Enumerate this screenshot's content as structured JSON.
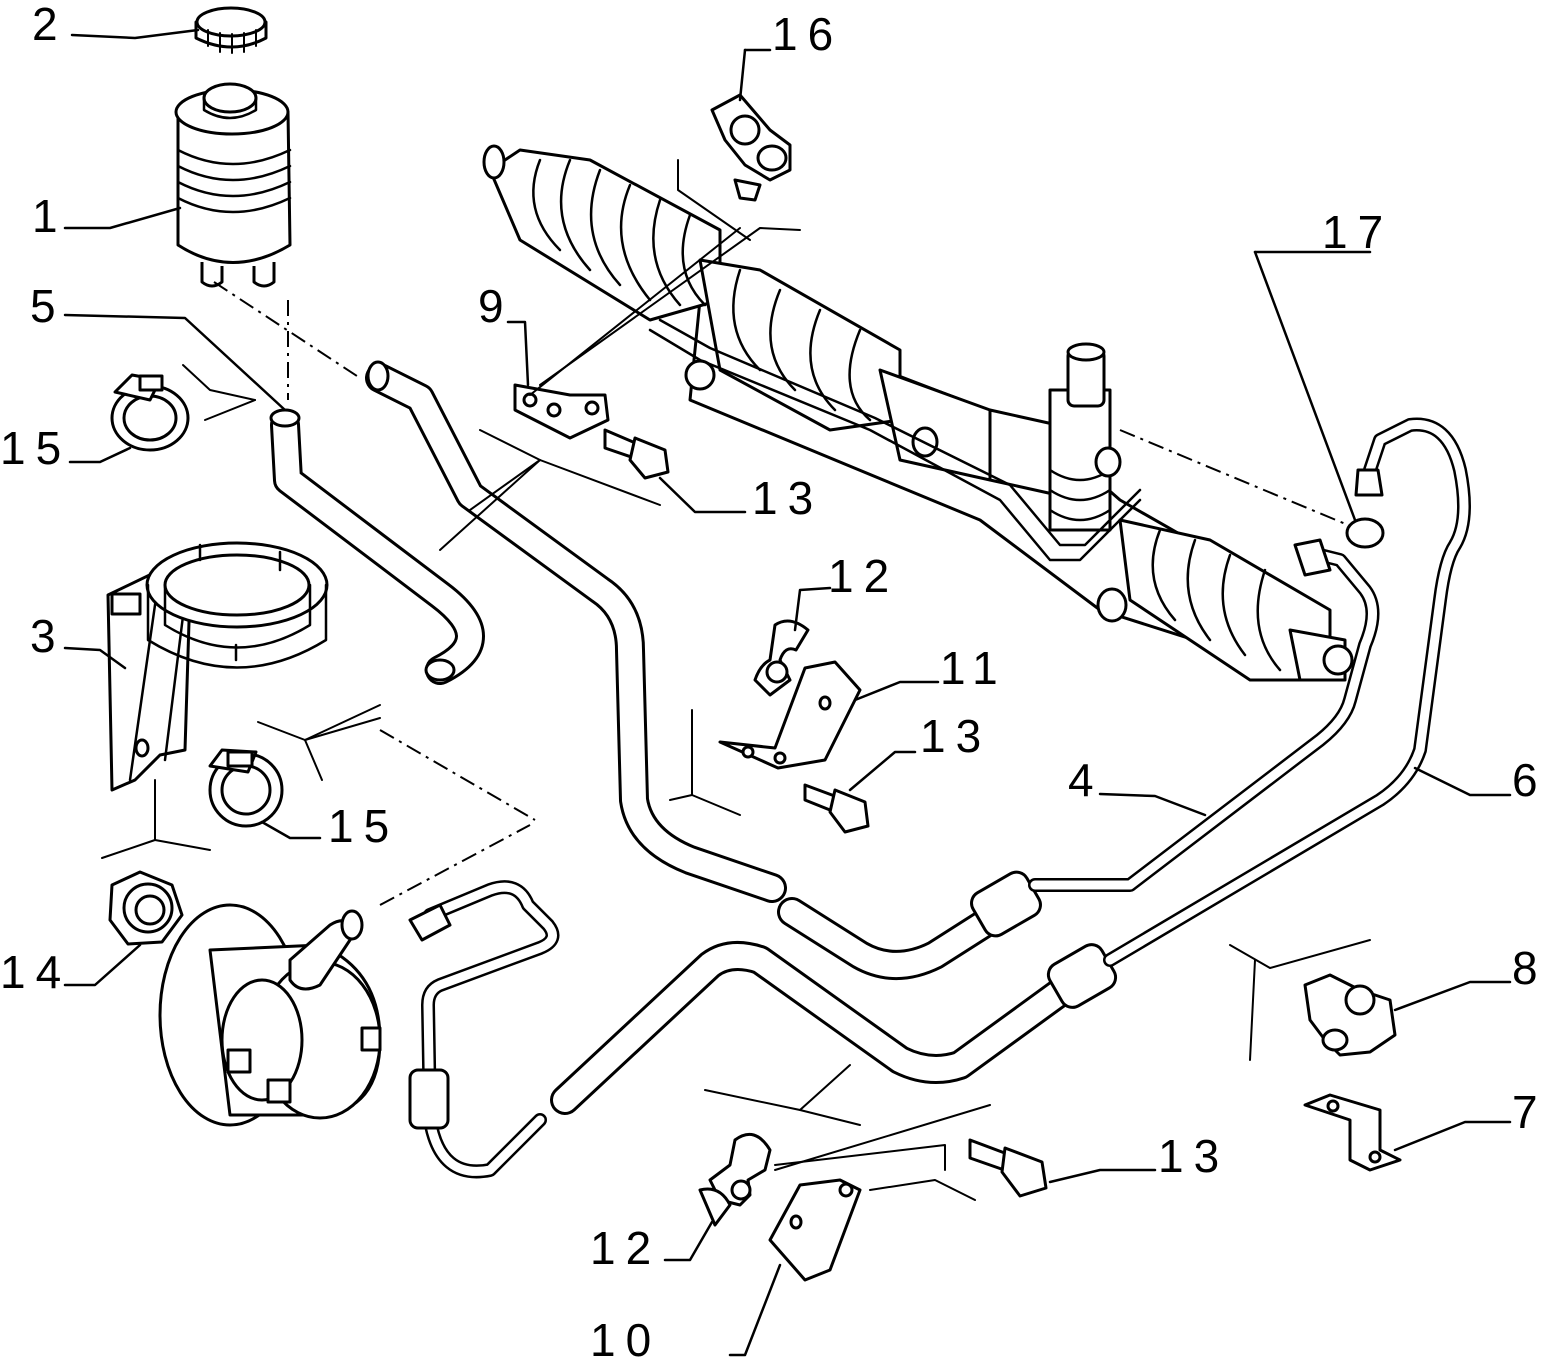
{
  "diagram": {
    "callouts": [
      {
        "id": "c1",
        "text": "1"
      },
      {
        "id": "c2",
        "text": "2"
      },
      {
        "id": "c3",
        "text": "3"
      },
      {
        "id": "c4",
        "text": "4"
      },
      {
        "id": "c5",
        "text": "5"
      },
      {
        "id": "c6",
        "text": "6"
      },
      {
        "id": "c7",
        "text": "7"
      },
      {
        "id": "c8",
        "text": "8"
      },
      {
        "id": "c9",
        "text": "9"
      },
      {
        "id": "c10",
        "text": "10"
      },
      {
        "id": "c11",
        "text": "11"
      },
      {
        "id": "c12a",
        "text": "12"
      },
      {
        "id": "c12b",
        "text": "12"
      },
      {
        "id": "c13a",
        "text": "13"
      },
      {
        "id": "c13b",
        "text": "13"
      },
      {
        "id": "c13c",
        "text": "13"
      },
      {
        "id": "c14",
        "text": "14"
      },
      {
        "id": "c15a",
        "text": "15"
      },
      {
        "id": "c15b",
        "text": "15"
      },
      {
        "id": "c16",
        "text": "16"
      },
      {
        "id": "c17",
        "text": "17"
      }
    ]
  }
}
